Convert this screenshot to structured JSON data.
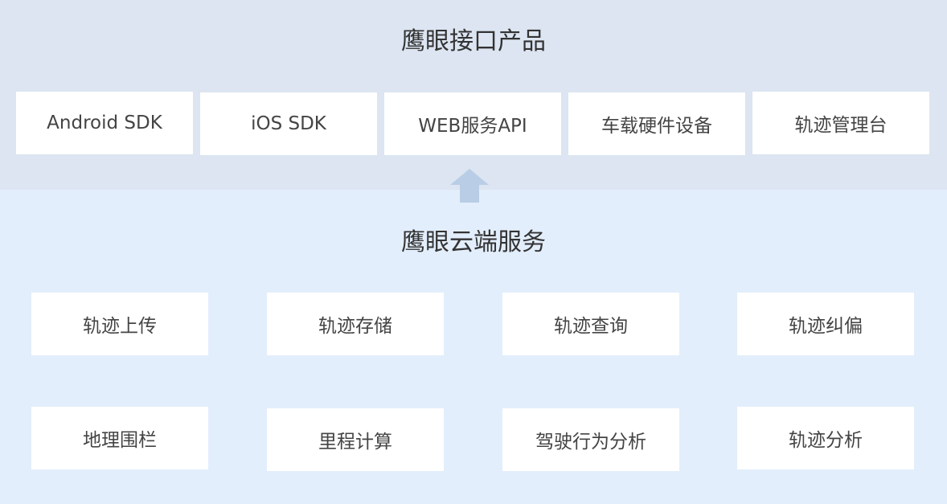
{
  "products": {
    "title": "鹰眼接口产品",
    "items": [
      "Android SDK",
      "iOS SDK",
      "WEB服务API",
      "车载硬件设备",
      "轨迹管理台"
    ]
  },
  "cloud": {
    "title": "鹰眼云端服务",
    "items": [
      "轨迹上传",
      "轨迹存储",
      "轨迹查询",
      "轨迹纠偏",
      "地理围栏",
      "里程计算",
      "驾驶行为分析",
      "轨迹分析"
    ]
  },
  "colors": {
    "top_bg": "#dce5f1",
    "bottom_bg": "#e3eefc",
    "arrow": "#b9cde6"
  }
}
